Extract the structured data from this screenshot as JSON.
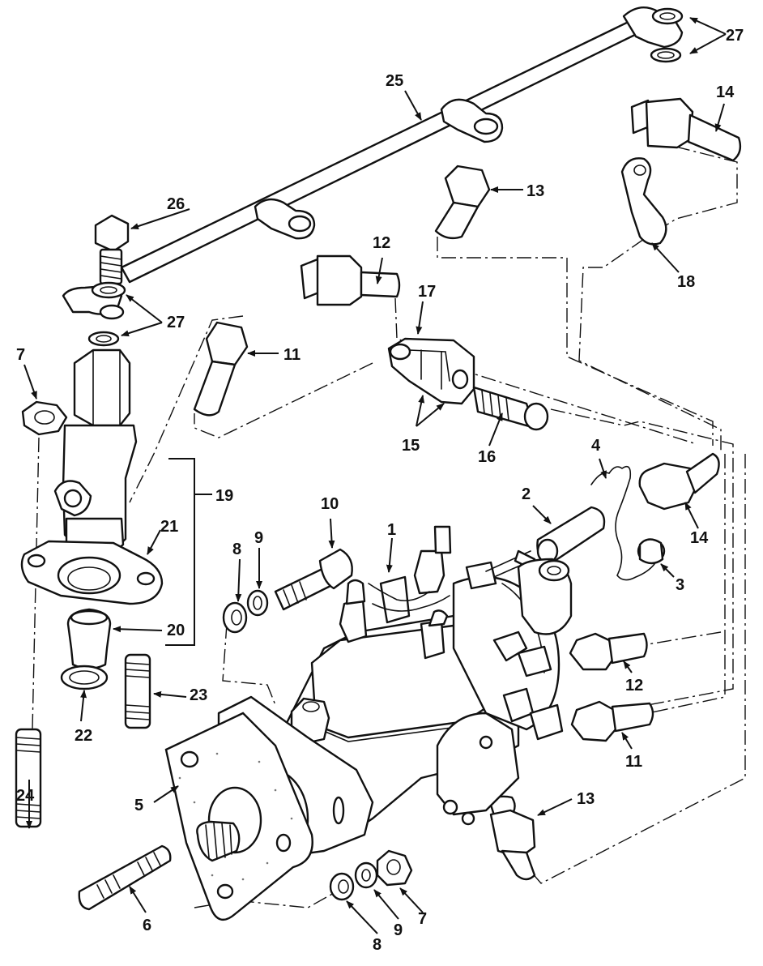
{
  "callouts": {
    "c1": "1",
    "c2": "2",
    "c3": "3",
    "c4": "4",
    "c5": "5",
    "c6": "6",
    "c7a": "7",
    "c7b": "7",
    "c8a": "8",
    "c8b": "8",
    "c9a": "9",
    "c9b": "9",
    "c10": "10",
    "c11a": "11",
    "c11b": "11",
    "c12a": "12",
    "c12b": "12",
    "c13a": "13",
    "c13b": "13",
    "c14a": "14",
    "c14b": "14",
    "c15": "15",
    "c16": "16",
    "c17": "17",
    "c18": "18",
    "c19": "19",
    "c20": "20",
    "c21": "21",
    "c22": "22",
    "c23": "23",
    "c24": "24",
    "c25": "25",
    "c26": "26",
    "c27a": "27",
    "c27b": "27"
  },
  "colors": {
    "line": "#111111",
    "background": "#ffffff"
  }
}
